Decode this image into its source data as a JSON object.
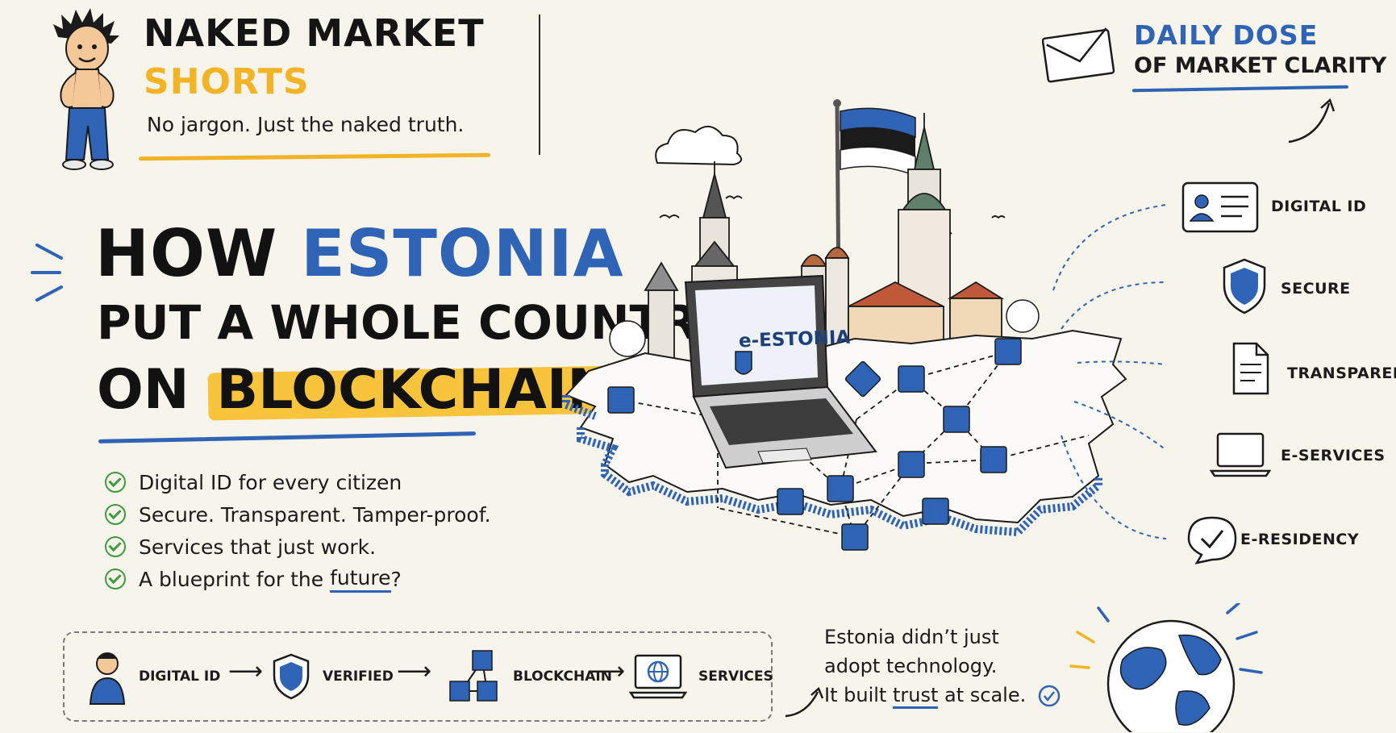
{
  "header": {
    "brand_line1": "NAKED MARKET",
    "brand_line2": "SHORTS",
    "tagline": "No jargon. Just the naked truth."
  },
  "daily": {
    "line1": "DAILY DOSE",
    "line2": "OF MARKET CLARITY"
  },
  "headline": {
    "line1_prefix": "HOW",
    "line1_highlight": "ESTONIA",
    "line2": "PUT A WHOLE COUNTRY",
    "line3_prefix": "ON",
    "line3_highlight": "BLOCKCHAIN"
  },
  "checklist": [
    "Digital ID for every citizen",
    "Secure. Transparent. Tamper-proof.",
    "Services that just work."
  ],
  "checklist_last": {
    "prefix": "A blueprint for the",
    "underlined": "future",
    "suffix": "?"
  },
  "laptop_screen": "e-ESTONIA",
  "features": [
    "DIGITAL ID",
    "SECURE",
    "TRANSPARENT",
    "E-SERVICES",
    "E-RESIDENCY"
  ],
  "flow": [
    "DIGITAL ID",
    "VERIFIED",
    "BLOCKCHAIN",
    "SERVICES"
  ],
  "note": {
    "line1": "Estonia didn’t just",
    "line2": "adopt technology.",
    "line3_prefix": "It built",
    "line3_underlined": "trust",
    "line3_suffix": "at scale."
  },
  "colors": {
    "accent_blue": "#2e63b6",
    "accent_yellow": "#f2b325",
    "check_green": "#3f9a3e",
    "background": "#f7f4ec"
  },
  "icons": [
    "envelope-icon",
    "id-card-icon",
    "shield-icon",
    "document-icon",
    "laptop-icon",
    "speech-check-icon",
    "globe-icon",
    "person-icon",
    "blockchain-cubes-icon",
    "estonian-flag"
  ]
}
